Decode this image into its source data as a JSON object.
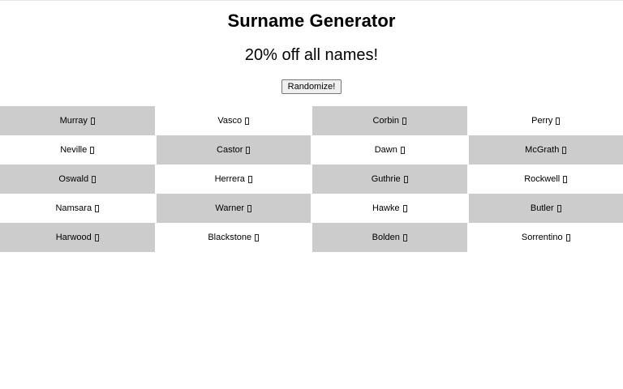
{
  "header": {
    "title": "Surname Generator",
    "subtitle": "20% off all names!"
  },
  "controls": {
    "randomize_label": "Randomize!"
  },
  "grid": {
    "columns": 4,
    "rows": 5,
    "shaded_color": "#cccccc",
    "unshaded_color": "#ffffff",
    "cells": [
      {
        "name": "Murray",
        "shaded": true
      },
      {
        "name": "Vasco",
        "shaded": false
      },
      {
        "name": "Corbin",
        "shaded": true
      },
      {
        "name": "Perry",
        "shaded": false
      },
      {
        "name": "Neville",
        "shaded": false
      },
      {
        "name": "Castor",
        "shaded": true
      },
      {
        "name": "Dawn",
        "shaded": false
      },
      {
        "name": "McGrath",
        "shaded": true
      },
      {
        "name": "Oswald",
        "shaded": true
      },
      {
        "name": "Herrera",
        "shaded": false
      },
      {
        "name": "Guthrie",
        "shaded": true
      },
      {
        "name": "Rockwell",
        "shaded": false
      },
      {
        "name": "Namsara",
        "shaded": false
      },
      {
        "name": "Warner",
        "shaded": true
      },
      {
        "name": "Hawke",
        "shaded": false
      },
      {
        "name": "Butler",
        "shaded": true
      },
      {
        "name": "Harwood",
        "shaded": true
      },
      {
        "name": "Blackstone",
        "shaded": false
      },
      {
        "name": "Bolden",
        "shaded": true
      },
      {
        "name": "Sorrentino",
        "shaded": false
      }
    ]
  }
}
